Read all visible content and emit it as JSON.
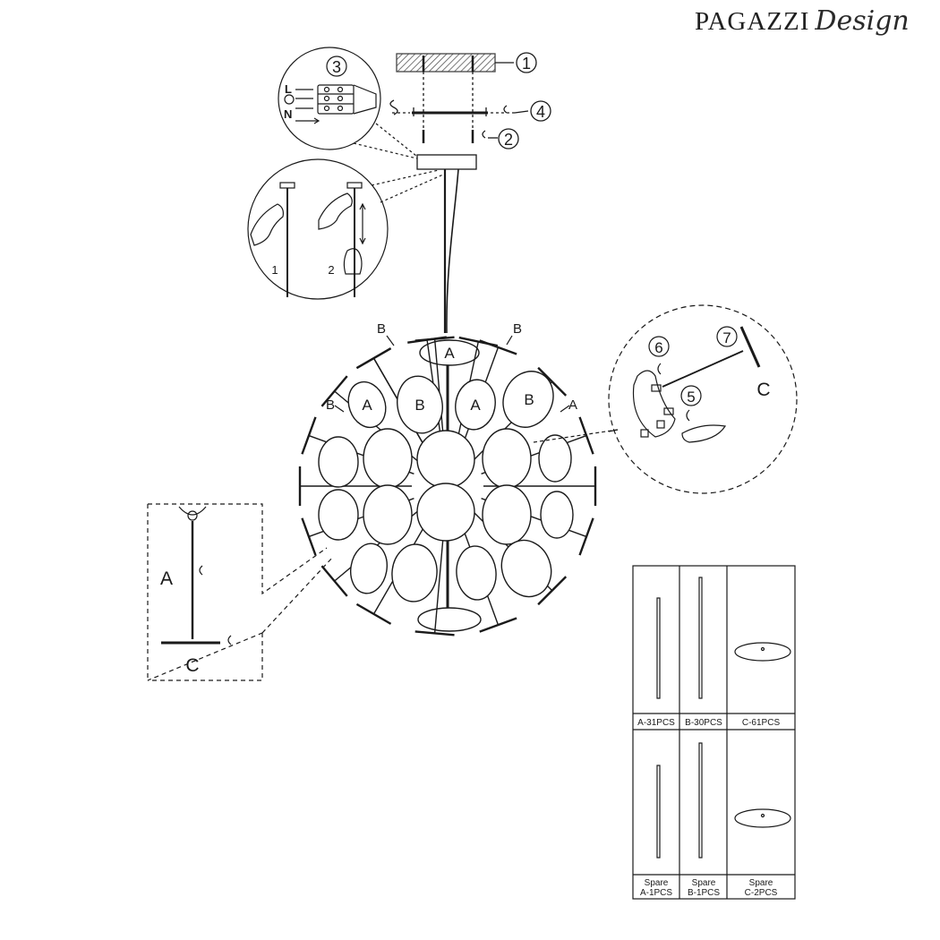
{
  "brand": {
    "name": "PAGAZZI",
    "script": "Design"
  },
  "steps": {
    "s1": "1",
    "s2": "2",
    "s3": "3",
    "s4": "4",
    "s5": "5",
    "s6": "6",
    "s7": "7"
  },
  "wiring": {
    "live": "L",
    "neutral": "N"
  },
  "cable_detail": {
    "step1": "1",
    "step2": "2"
  },
  "parts": {
    "a": "A",
    "b": "B",
    "c": "C"
  },
  "inventory": {
    "main": [
      {
        "label": "A-31PCS"
      },
      {
        "label": "B-30PCS"
      },
      {
        "label": "C-61PCS"
      }
    ],
    "spare": [
      {
        "line1": "Spare",
        "line2": "A-1PCS"
      },
      {
        "line1": "Spare",
        "line2": "B-1PCS"
      },
      {
        "line1": "Spare",
        "line2": "C-2PCS"
      }
    ]
  }
}
